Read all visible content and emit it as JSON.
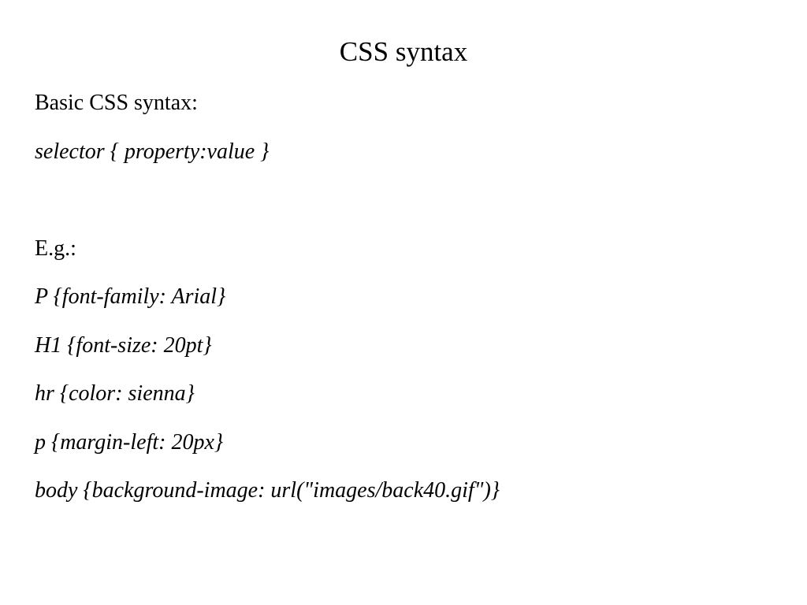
{
  "slide": {
    "title": "CSS syntax",
    "intro": "Basic CSS syntax:",
    "syntax": "selector { property:value }",
    "example_label": "E.g.:",
    "examples": [
      "P {font-family: Arial}",
      "H1 {font-size: 20pt}",
      "hr {color: sienna}",
      "p {margin-left: 20px}",
      "body {background-image: url(\"images/back40.gif\")}"
    ]
  }
}
